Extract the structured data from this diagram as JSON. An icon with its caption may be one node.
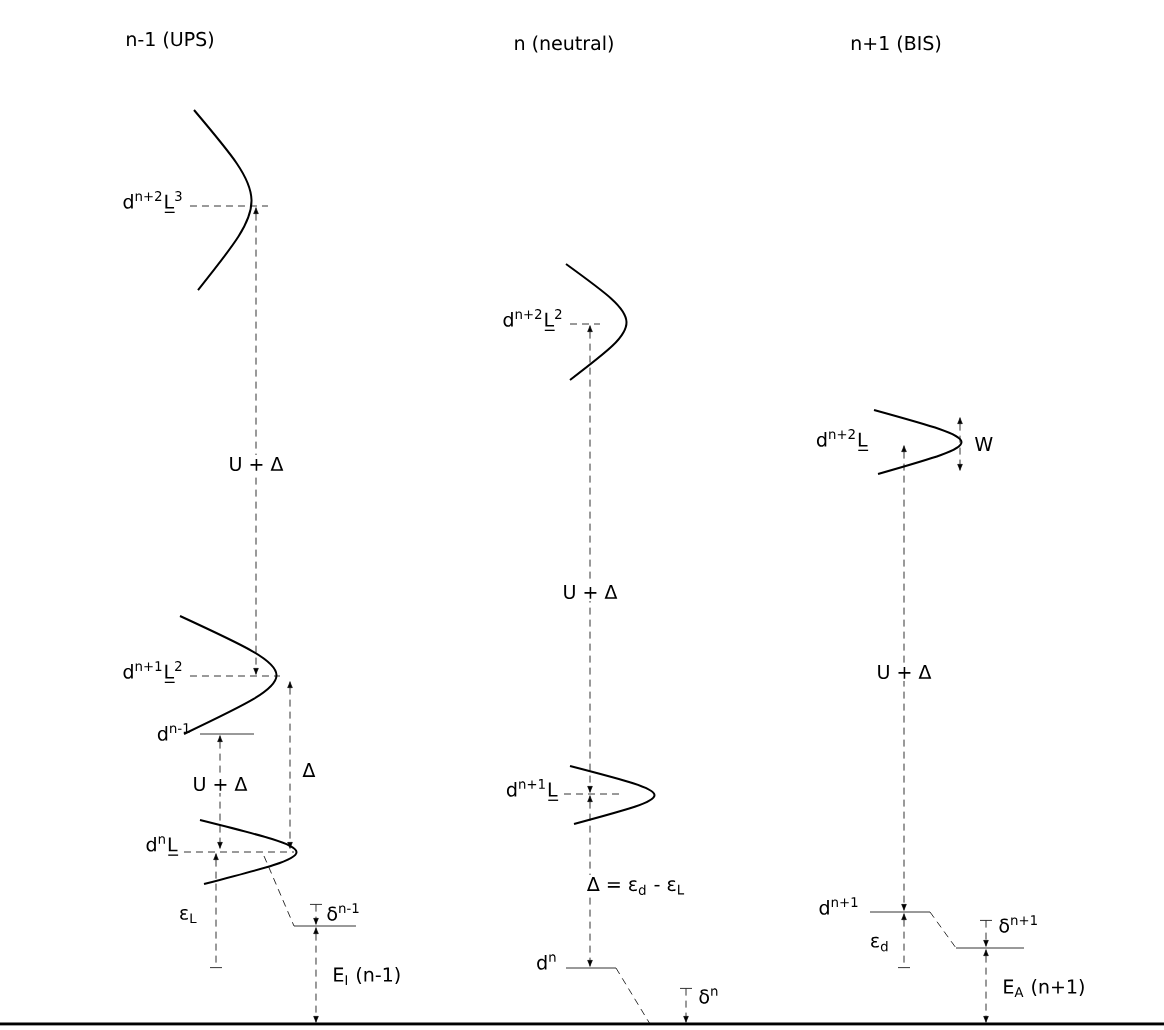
{
  "diagram": {
    "labels": [
      "n-1 (UPS)",
      "n (neutral)",
      "n+1 (BIS)",
      "d$^{n+2}$L̲$^{3}$",
      "d$^{n+2}$L̲$^{2}$",
      "d$^{n+2}$L̲",
      "W",
      "U + Δ",
      "U + Δ",
      "U + Δ",
      "d$^{n+1}$L̲$^{2}$",
      "d$^{n-1}$",
      "d$^{n+1}$L̲",
      "Δ",
      "U + Δ",
      "d$^{n}$L̲",
      "Δ = ε$_{d}$ - ε$_{L}$",
      "ε$_{L}$",
      "δ$^{n-1}$",
      "d$^{n+1}$",
      "δ$^{n+1}$",
      "ε$_{d}$",
      "d$^{n}$",
      "E$_{I}$ (n-1)",
      "δ$^{n}$",
      "E$_{A}$ (n+1)"
    ]
  }
}
